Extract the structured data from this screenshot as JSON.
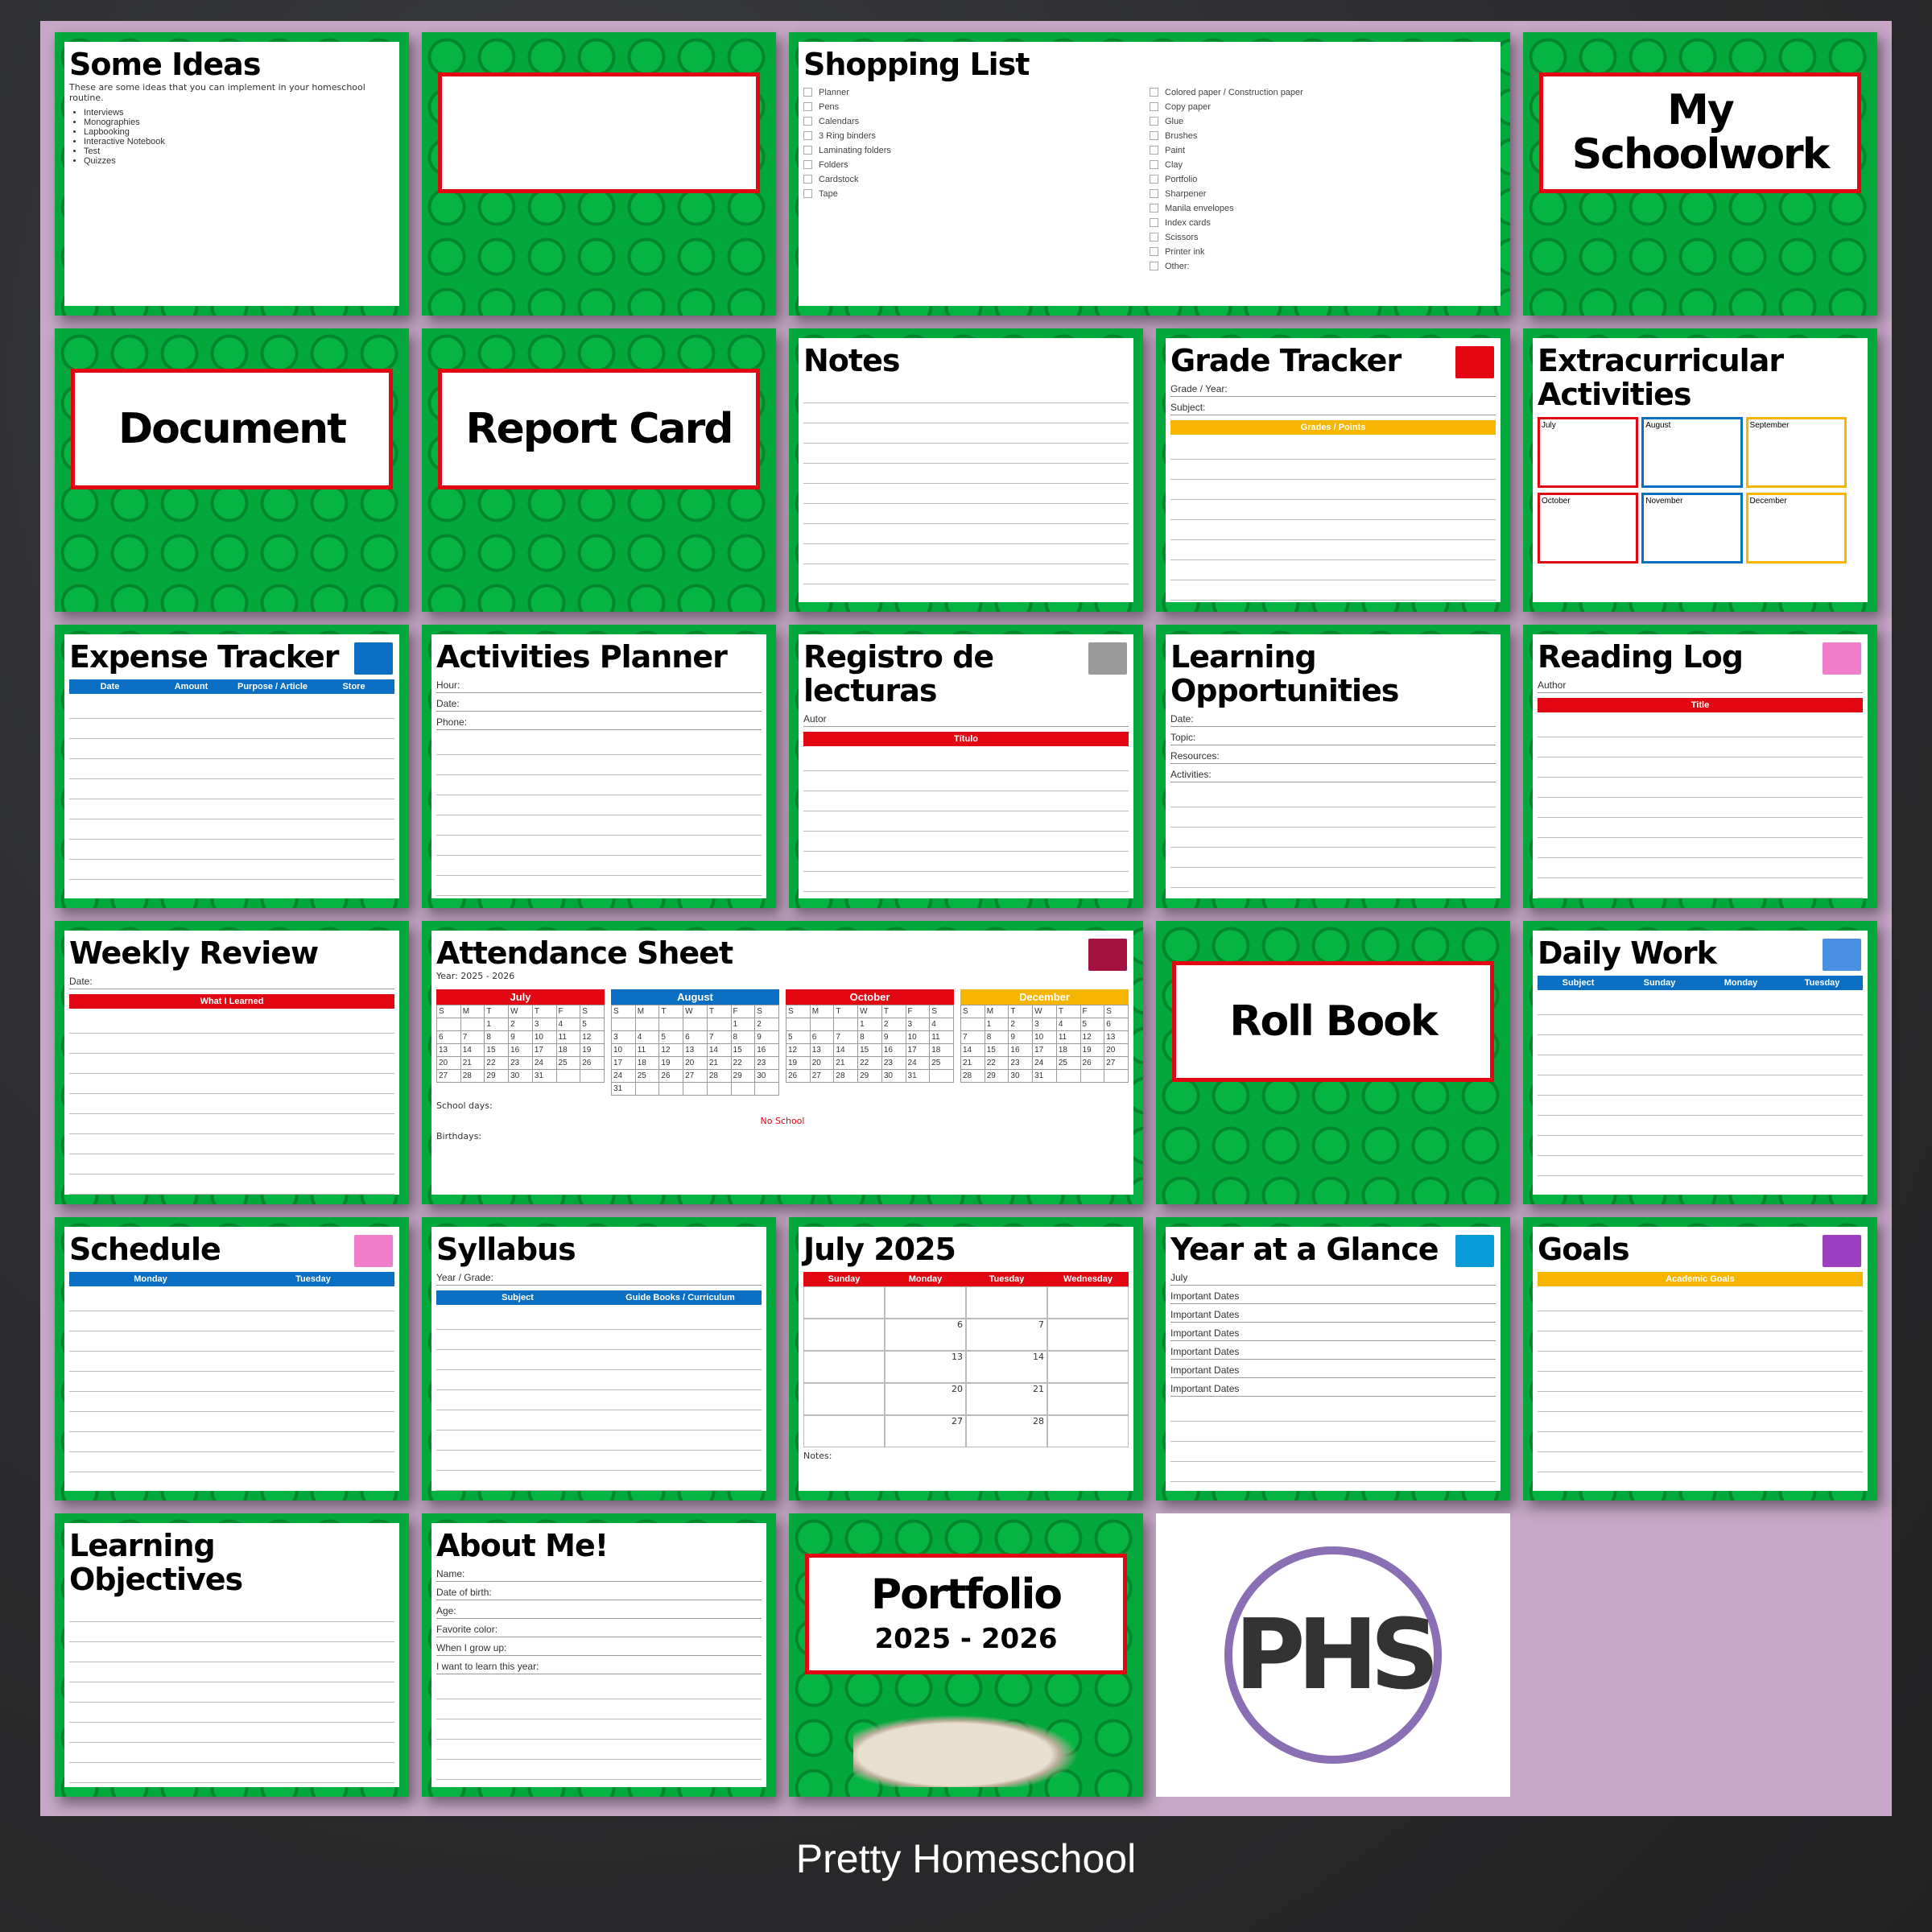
{
  "colors": {
    "green": "#03a83c",
    "red": "#e30613",
    "blue": "#0a6fc2",
    "yellow": "#f6b600",
    "lilac": "#c7a6c7",
    "background": "#2b2c2e"
  },
  "footer": {
    "brand": "Pretty Homeschool"
  },
  "logo": {
    "text": "PHS"
  },
  "pages": [
    {
      "id": "some-ideas",
      "kind": "sheet",
      "title": "Some Ideas",
      "intro": "These are some ideas that you can implement in your homeschool routine.",
      "items": [
        "Interviews",
        "Monographies",
        "Lapbooking",
        "Interactive Notebook",
        "Test",
        "Quizzes"
      ]
    },
    {
      "id": "report-card-back",
      "kind": "blankcover"
    },
    {
      "id": "shopping-list",
      "kind": "shopping",
      "title": "Shopping List",
      "col1": [
        "Planner",
        "Pens",
        "Calendars",
        "3 Ring binders",
        "Laminating folders",
        "Folders",
        "Cardstock",
        "Tape"
      ],
      "col2": [
        "Colored paper / Construction paper",
        "Copy paper",
        "Glue",
        "Brushes",
        "Paint",
        "Clay",
        "Portfolio",
        "Sharpener",
        "Manila envelopes",
        "Index cards",
        "Scissors",
        "Printer ink",
        "Other:"
      ]
    },
    {
      "id": "my-schoolwork",
      "kind": "cover",
      "title": "My Schoolwork"
    },
    {
      "id": "document",
      "kind": "cover",
      "title": "Document"
    },
    {
      "id": "report-card",
      "kind": "cover",
      "title": "Report Card"
    },
    {
      "id": "notes",
      "kind": "sheet",
      "title": "Notes",
      "ruled": true
    },
    {
      "id": "grade-tracker",
      "kind": "sheet",
      "title": "Grade Tracker",
      "fields": [
        "Grade / Year:",
        "Subject:"
      ],
      "bar": {
        "color": "#f6b600",
        "cells": [
          "Grades / Points"
        ]
      },
      "brick": "#e30613",
      "ruled": true
    },
    {
      "id": "extracurricular",
      "kind": "months",
      "title": "Extracurricular Activities",
      "months": [
        {
          "name": "July",
          "color": "#e30613"
        },
        {
          "name": "August",
          "color": "#0a6fc2"
        },
        {
          "name": "September",
          "color": "#f6b600"
        },
        {
          "name": "October",
          "color": "#e30613"
        },
        {
          "name": "November",
          "color": "#0a6fc2"
        },
        {
          "name": "December",
          "color": "#f6b600"
        }
      ]
    },
    {
      "id": "expense-tracker",
      "kind": "sheet",
      "title": "Expense Tracker",
      "bar": {
        "color": "#0a6fc2",
        "cells": [
          "Date",
          "Amount",
          "Purpose / Article",
          "Store"
        ]
      },
      "brick": "#0a6fc2",
      "ruled": true
    },
    {
      "id": "activities-planner",
      "kind": "sheet",
      "title": "Activities Planner",
      "fields": [
        "Hour:",
        "Date:",
        "Phone:"
      ],
      "ruled": true
    },
    {
      "id": "registro-lecturas",
      "kind": "sheet",
      "title": "Registro de lecturas",
      "bar": {
        "color": "#e30613",
        "cells": [
          "Título"
        ]
      },
      "fields": [
        "Autor"
      ],
      "brick": "#9a9a9a",
      "ruled": true
    },
    {
      "id": "learning-opportunities",
      "kind": "sheet",
      "title": "Learning Opportunities",
      "fields": [
        "Date:",
        "Topic:",
        "Resources:",
        "Activities:"
      ],
      "ruled": true
    },
    {
      "id": "reading-log",
      "kind": "sheet",
      "title": "Reading Log",
      "bar": {
        "color": "#e30613",
        "cells": [
          "Title"
        ]
      },
      "fields": [
        "Author"
      ],
      "brick": "#ee7fc8",
      "ruled": true
    },
    {
      "id": "weekly-review",
      "kind": "sheet",
      "title": "Weekly Review",
      "fields": [
        "Date:"
      ],
      "bar": {
        "color": "#e30613",
        "cells": [
          "What I Learned"
        ]
      },
      "ruled": true
    },
    {
      "id": "attendance-sheet",
      "kind": "attendance",
      "title": "Attendance Sheet",
      "year": "Year: 2025 - 2026",
      "days": [
        "S",
        "M",
        "T",
        "W",
        "T",
        "F",
        "S"
      ],
      "calendars": [
        {
          "month": "July",
          "color": "#e30613",
          "rows": [
            [
              "",
              "",
              "1",
              "2",
              "3",
              "4",
              "5"
            ],
            [
              "6",
              "7",
              "8",
              "9",
              "10",
              "11",
              "12"
            ],
            [
              "13",
              "14",
              "15",
              "16",
              "17",
              "18",
              "19"
            ],
            [
              "20",
              "21",
              "22",
              "23",
              "24",
              "25",
              "26"
            ],
            [
              "27",
              "28",
              "29",
              "30",
              "31",
              "",
              ""
            ]
          ]
        },
        {
          "month": "August",
          "color": "#0a6fc2",
          "rows": [
            [
              "",
              "",
              "",
              "",
              "",
              "1",
              "2"
            ],
            [
              "3",
              "4",
              "5",
              "6",
              "7",
              "8",
              "9"
            ],
            [
              "10",
              "11",
              "12",
              "13",
              "14",
              "15",
              "16"
            ],
            [
              "17",
              "18",
              "19",
              "20",
              "21",
              "22",
              "23"
            ],
            [
              "24",
              "25",
              "26",
              "27",
              "28",
              "29",
              "30"
            ],
            [
              "31",
              "",
              "",
              "",
              "",
              "",
              ""
            ]
          ]
        },
        {
          "month": "October",
          "color": "#e30613",
          "rows": [
            [
              "",
              "",
              "",
              "1",
              "2",
              "3",
              "4"
            ],
            [
              "5",
              "6",
              "7",
              "8",
              "9",
              "10",
              "11"
            ],
            [
              "12",
              "13",
              "14",
              "15",
              "16",
              "17",
              "18"
            ],
            [
              "19",
              "20",
              "21",
              "22",
              "23",
              "24",
              "25"
            ],
            [
              "26",
              "27",
              "28",
              "29",
              "30",
              "31",
              ""
            ]
          ]
        },
        {
          "month": "December",
          "color": "#f6b600",
          "rows": [
            [
              "",
              "1",
              "2",
              "3",
              "4",
              "5",
              "6"
            ],
            [
              "7",
              "8",
              "9",
              "10",
              "11",
              "12",
              "13"
            ],
            [
              "14",
              "15",
              "16",
              "17",
              "18",
              "19",
              "20"
            ],
            [
              "21",
              "22",
              "23",
              "24",
              "25",
              "26",
              "27"
            ],
            [
              "28",
              "29",
              "30",
              "31",
              "",
              "",
              ""
            ]
          ]
        }
      ],
      "school_days": "School days:",
      "no_school": "No School",
      "birthdays": "Birthdays:",
      "brick": "#a3123f"
    },
    {
      "id": "roll-book",
      "kind": "cover",
      "title": "Roll Book"
    },
    {
      "id": "daily-work",
      "kind": "sheet",
      "title": "Daily Work",
      "bar": {
        "color": "#0a6fc2",
        "cells": [
          "Subject",
          "Sunday",
          "Monday",
          "Tuesday"
        ]
      },
      "brick": "#4a90e2",
      "ruled": true
    },
    {
      "id": "schedule",
      "kind": "sheet",
      "title": "Schedule",
      "bar": {
        "color": "#0a6fc2",
        "cells": [
          "Monday",
          "Tuesday"
        ]
      },
      "brick": "#ee7fc8",
      "ruled": true
    },
    {
      "id": "syllabus",
      "kind": "sheet",
      "title": "Syllabus",
      "fields": [
        "Year / Grade:"
      ],
      "bar": {
        "color": "#0a6fc2",
        "cells": [
          "Subject",
          "Guide Books / Curriculum"
        ]
      },
      "ruled": true
    },
    {
      "id": "july-2025",
      "kind": "monthcal",
      "title": "July 2025",
      "bar": {
        "color": "#e30613",
        "cells": [
          "Sunday",
          "Monday",
          "Tuesday",
          "Wednesday"
        ]
      },
      "dates": [
        "6",
        "7",
        "13",
        "14",
        "20",
        "21",
        "27",
        "28"
      ],
      "notes": "Notes:"
    },
    {
      "id": "year-at-a-glance",
      "kind": "sheet",
      "title": "Year at a Glance",
      "fields": [
        "July",
        "Important Dates",
        "Important Dates",
        "Important Dates",
        "Important Dates",
        "Important Dates",
        "Important Dates"
      ],
      "brick": "#0a9ad8",
      "ruled": true
    },
    {
      "id": "goals",
      "kind": "sheet",
      "title": "Goals",
      "bar": {
        "color": "#f6b600",
        "cells": [
          "Academic Goals"
        ]
      },
      "brick": "#9b3fc0",
      "ruled": true
    },
    {
      "id": "learning-objectives",
      "kind": "sheet",
      "title": "Learning Objectives",
      "ruled": true
    },
    {
      "id": "about-me",
      "kind": "sheet",
      "title": "About Me!",
      "fields": [
        "Name:",
        "Date of birth:",
        "Age:",
        "Favorite color:",
        "When I grow up:",
        "I want to learn this year:"
      ],
      "ruled": true
    },
    {
      "id": "portfolio",
      "kind": "cover",
      "title": "Portfolio",
      "subtitle": "2025 - 2026"
    }
  ]
}
